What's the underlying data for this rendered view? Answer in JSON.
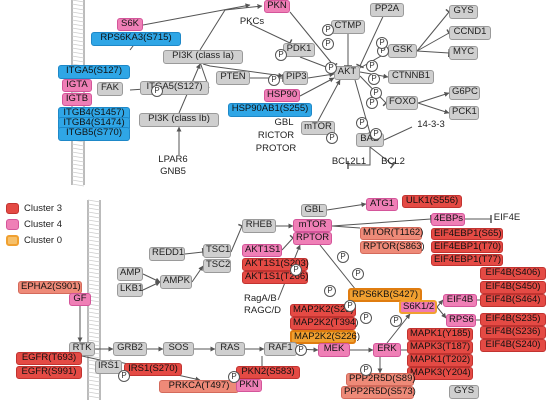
{
  "legend": [
    {
      "label": "Cluster 3",
      "color": "#e44a44"
    },
    {
      "label": "Cluster 4",
      "color": "#ef7fb6"
    },
    {
      "label": "Cluster 0",
      "color": "#f0a030"
    }
  ],
  "colors": {
    "gray": "#cfcfcf",
    "blue": "#2fa6e6",
    "pink": "#ef7fb6",
    "red": "#e44a44",
    "orange": "#f0a030",
    "line": "#555555",
    "membrane": "#bbbbbb"
  },
  "phospho_label": "P",
  "top": {
    "n1": "S6K",
    "n2": "RPS6KA3(S715)",
    "n3": "PKN",
    "n4": "PP2A",
    "n5": "GYS",
    "n6": "PKCs",
    "n7": "CTMP",
    "n8": "CCND1",
    "n9": "PDK1",
    "n10": "GSK",
    "n11": "MYC",
    "n12": "PI3K (class Ia)",
    "n13": "ITGA5(S127)",
    "n14": "FAK",
    "n15": "ITGA5(S127)",
    "n16": "IGTA",
    "n17": "IGTB",
    "n18": "PTEN",
    "n19": "PIP3",
    "n20": "AKT",
    "n21": "CTNNB1",
    "n22": "HSP90",
    "n23": "ITGB4(S1457)",
    "n24": "ITGB4(S1474)",
    "n25": "ITGB5(S770)",
    "n26": "HSP90AB1(S255)",
    "n27": "G6PC",
    "n28": "FOXO",
    "n29": "PI3K (class Ib)",
    "n30": "GBL",
    "n31": "mTOR",
    "n32": "RICTOR",
    "n33": "PROTOR",
    "n34": "PCK1",
    "n35": "14-3-3",
    "n36": "BAD",
    "n37": "LPAR6",
    "n38": "GNB5",
    "n39": "BCL2L1",
    "n40": "BCL2"
  },
  "bottom": {
    "m1": "GBL",
    "m2": "ATG1",
    "m3": "ULK1(S556)",
    "m4": "RHEB",
    "m5": "mTOR",
    "m6": "RPTOR",
    "m7": "4EBPs",
    "m8": "EIF4E",
    "m9": "MTOR(T1162)",
    "m10": "RPTOR(S863)",
    "m11": "EIF4EBP1(S65)",
    "m12": "EIF4EBP1(T70)",
    "m13": "EIF4EBP1(T77)",
    "m14": "AKT1S1",
    "m15": "AKT1S1(S203)",
    "m16": "AKT1S1(T266)",
    "m17": "REDD1",
    "m18": "TSC1",
    "m19": "TSC2",
    "m20": "AMP",
    "m21": "AMPK",
    "m22": "LKB1",
    "m23": "RagA/B",
    "m24": "RAGC/D",
    "m25": "EPHA2(S901)",
    "m26": "GF",
    "m27": "RPS6KB(S427)",
    "m28": "S6K1/2",
    "m29": "EIF4B",
    "m30": "EIF4B(S406)",
    "m31": "EIF4B(S450)",
    "m32": "EIF4B(S464)",
    "m33": "MAP2K2(S23)",
    "m34": "MAP2K2(T394)",
    "m35": "MAP2K2(S226)",
    "m36": "RPS6",
    "m37": "EIF4B(S235)",
    "m38": "EIF4B(S236)",
    "m39": "EIF4B(S240)",
    "m40": "RTK",
    "m41": "GRB2",
    "m42": "SOS",
    "m43": "RAS",
    "m44": "RAF1",
    "m45": "MEK",
    "m46": "ERK",
    "m47": "MAPK1(Y185)",
    "m48": "MAPK3(T187)",
    "m49": "MAPK1(T202)",
    "m50": "MAPK3(Y204)",
    "m51": "EGFR(T693)",
    "m52": "EGFR(S991)",
    "m53": "IRS1",
    "m54": "IRS1(S270)",
    "m55": "PRKCA(T497)",
    "m56": "PKN2(S583)",
    "m57": "PKN",
    "m58": "PPP2R5D(S89)",
    "m59": "PPP2R5D(S573)",
    "m60": "GYS"
  }
}
